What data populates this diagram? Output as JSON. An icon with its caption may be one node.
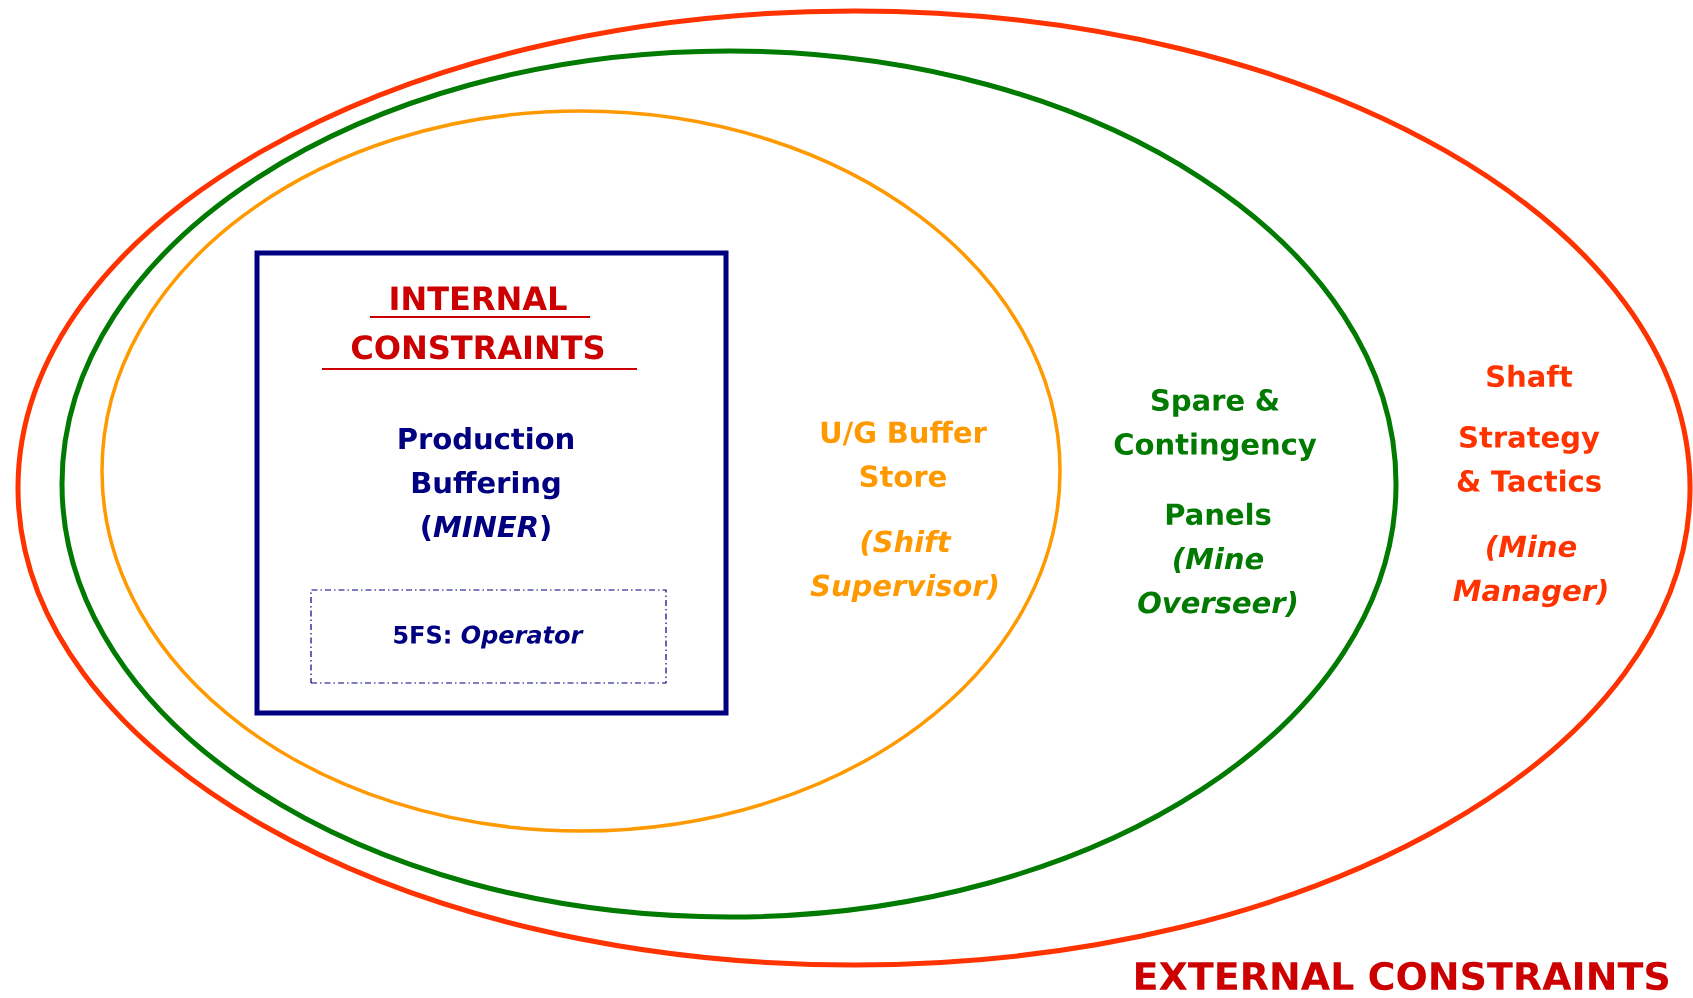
{
  "diagram": {
    "nodes": [
      {
        "text": [
          "Shaft",
          "Strategy & Tactics",
          "(Mine Manager)",
          "EXTERNAL CONSTRAINTS"
        ]
      },
      {
        "text": [
          "Spare & Contingency",
          "Panels",
          "(Mine Overseer)"
        ],
        "in": 0
      },
      {
        "text": [
          "U/G Buffer Store",
          "(Shift Supervisor)"
        ],
        "in": 1
      },
      {
        "text": [
          "INTERNAL CONSTRAINTS",
          "Production Buffering (*MINER*)"
        ],
        "in": 2
      },
      {
        "text": [
          "5FS: *Operator*"
        ],
        "in": 3
      }
    ]
  }
}
